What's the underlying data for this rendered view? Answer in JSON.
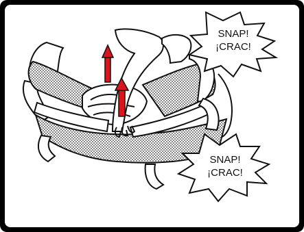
{
  "callouts": [
    {
      "line1": "SNAP!",
      "line2": "¡CRAC!"
    },
    {
      "line1": "SNAP!",
      "line2": "¡CRAC!"
    }
  ],
  "colors": {
    "frame": "#000000",
    "arrow": "#d9161c",
    "mesh": "#555555"
  }
}
